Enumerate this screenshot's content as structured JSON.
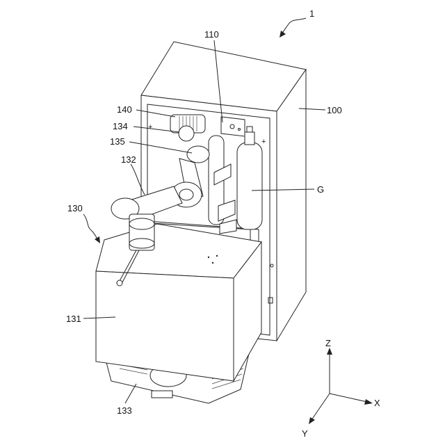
{
  "labels": {
    "device": "1",
    "housing": "100",
    "panel": "110",
    "robot_unit": "130",
    "cover": "131",
    "arm": "132",
    "base": "133",
    "joint_a": "134",
    "joint_b": "135",
    "tool": "140",
    "gas": "G"
  },
  "axes": {
    "z": "Z",
    "x": "X",
    "y": "Y"
  }
}
